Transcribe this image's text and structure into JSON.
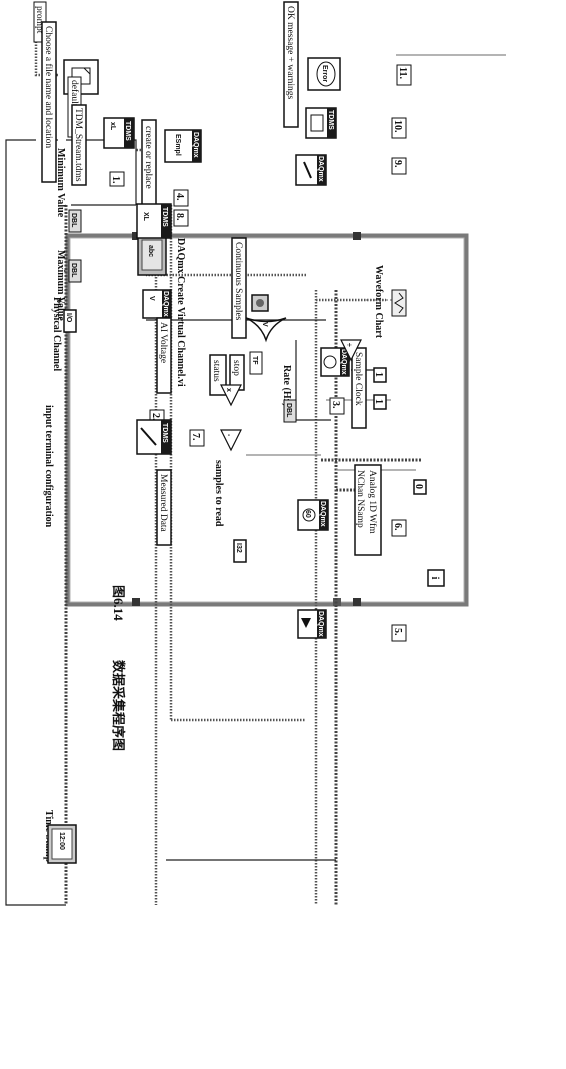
{
  "caption": {
    "figure_label": "图6.14",
    "title": "数据采集程序图"
  },
  "controls": {
    "prompt": "prompt",
    "prompt_text": "Choose a file name and location",
    "default_name": "default name",
    "default_value": "TDM_Stream.tdms",
    "create_or_replace": "create or replace",
    "minimum_value": "Minimum Value",
    "maximum_value": "Maximum Value",
    "physical_channel": "Physical Channel",
    "input_terminal_config": "input terminal configuration",
    "rate": "Rate (Hz)",
    "continuous_samples": "Continuous Samples",
    "create_virtual_channel": "DAQmx Create Virtual Channel.vi",
    "ai_voltage": "AI Voltage",
    "sample_clock": "Sample Clock",
    "samples_to_read": "samples to read",
    "analog_1d_wfm": "Analog 1D Wfm",
    "nchan_nsamp": "NChan NSamp",
    "measured_data": "Measured Data",
    "status": "status",
    "stop": "stop",
    "waveform_chart": "Waveform Chart",
    "ok_message": "OK message + warnings",
    "time_stamp": "Time Stamp",
    "zero_const": "0",
    "one_const_a": "1",
    "one_const_b": "1",
    "dbl": "DBL",
    "i32": "I32",
    "tf": "TF",
    "loop_index": "i"
  },
  "icons": {
    "tdms": "TDMS",
    "daqmx": "DAQmx",
    "tdms_open": "tdms-open-icon",
    "tdms_write": "tdms-write-icon",
    "tdms_close": "tdms-close-icon",
    "error_handler": "error-handler-icon"
  },
  "steps": {
    "s1": "1.",
    "s2": "2.",
    "s3": "3.",
    "s4": "4.",
    "s5": "5.",
    "s6": "6.",
    "s7": "7.",
    "s8": "8.",
    "s9": "9.",
    "s10": "10.",
    "s11": "11."
  },
  "colors": {
    "loop_border": "#7a7a7a",
    "icon_dark": "#1a1a1a",
    "wire": "#444444"
  }
}
